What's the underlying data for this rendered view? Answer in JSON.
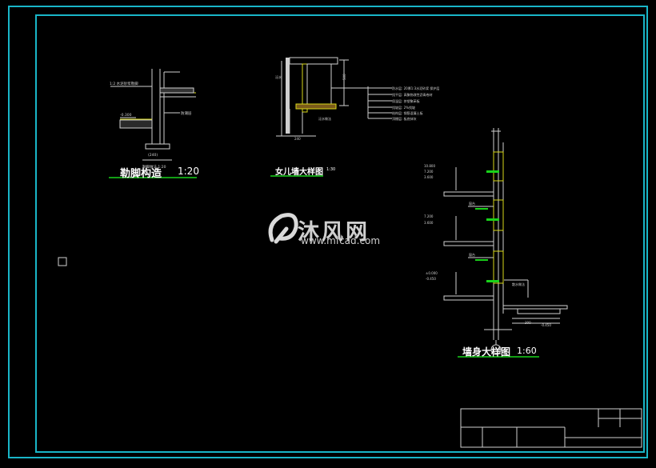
{
  "drawing": {
    "frame_color": "#19b6c8",
    "line_color": "#cfcfcf",
    "accent_green": "#19d21a",
    "accent_yellow": "#d8d81a",
    "details": [
      {
        "title": "勒脚构造",
        "scale": "1:20"
      },
      {
        "title": "女儿墙大样图",
        "scale": "1:30"
      },
      {
        "title": "墙身大样图",
        "scale": "1:60"
      }
    ]
  },
  "watermark": {
    "brand": "沐风网",
    "url": "www.mfcad.com"
  }
}
